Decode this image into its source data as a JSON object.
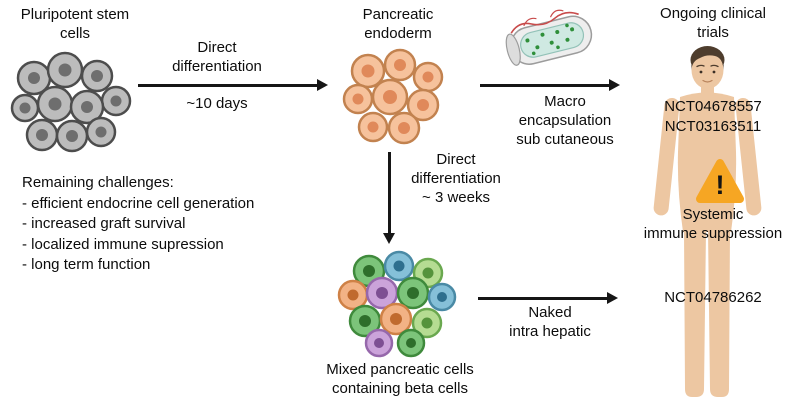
{
  "diagram": {
    "pluripotent_label": [
      "Pluripotent stem",
      "cells"
    ],
    "step1": {
      "lines": [
        "Direct",
        "differentiation"
      ],
      "time": "~10 days"
    },
    "pancreatic_label": [
      "Pancreatic",
      "endoderm"
    ],
    "macro_route_label": [
      "Macro",
      "encapsulation",
      "sub cutaneous"
    ],
    "ongoing_trials_label": [
      "Ongoing clinical",
      "trials"
    ],
    "trials_top": [
      "NCT04678557",
      "NCT03163511"
    ],
    "warning_mark": "!",
    "systemic_label": [
      "Systemic",
      "immune suppression"
    ],
    "step2": {
      "lines": [
        "Direct",
        "differentiation"
      ],
      "time": "~ 3 weeks"
    },
    "mixed_cells_label": [
      "Mixed pancreatic cells",
      "containing beta cells"
    ],
    "naked_route_label": [
      "Naked",
      "intra hepatic"
    ],
    "trial_bottom": "NCT04786262",
    "challenges": {
      "title": "Remaining challenges:",
      "items": [
        "- efficient endocrine cell generation",
        "- increased graft survival",
        "- localized immune supression",
        "- long term function"
      ]
    },
    "colors": {
      "stem_cell": "#bcbcbc",
      "stem_nucleus": "#6e6e6e",
      "endoderm_cell": "#f6c29c",
      "endoderm_nucleus": "#e0895a",
      "mixed_green": "#7cc47a",
      "mixed_light_green": "#b5dc92",
      "mixed_blue": "#85c0d8",
      "mixed_orange": "#f2b285",
      "mixed_purple": "#cba3da",
      "warning": "#f6a623",
      "skin": "#edc7a2",
      "hair": "#4e3d2d"
    }
  }
}
